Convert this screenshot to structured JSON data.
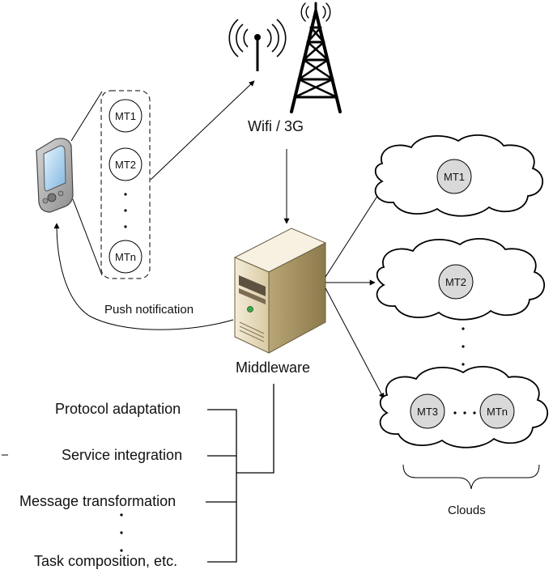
{
  "wireless_label": "Wifi / 3G",
  "middleware_label": "Middleware",
  "push_label": "Push notification",
  "clouds_label": "Clouds",
  "app_list": {
    "first": "MT1",
    "second": "MT2",
    "last": "MTn"
  },
  "cloud_nodes": {
    "cloud1": "MT1",
    "cloud2": "MT2",
    "cloud3_a": "MT3",
    "cloud3_b": "MTn"
  },
  "functions": [
    "Protocol adaptation",
    "Service integration",
    "Message transformation",
    "Task composition, etc."
  ],
  "colors": {
    "stroke": "#000000",
    "node_fill": "#d9d9d9",
    "server_body": "#e9dfc7"
  }
}
